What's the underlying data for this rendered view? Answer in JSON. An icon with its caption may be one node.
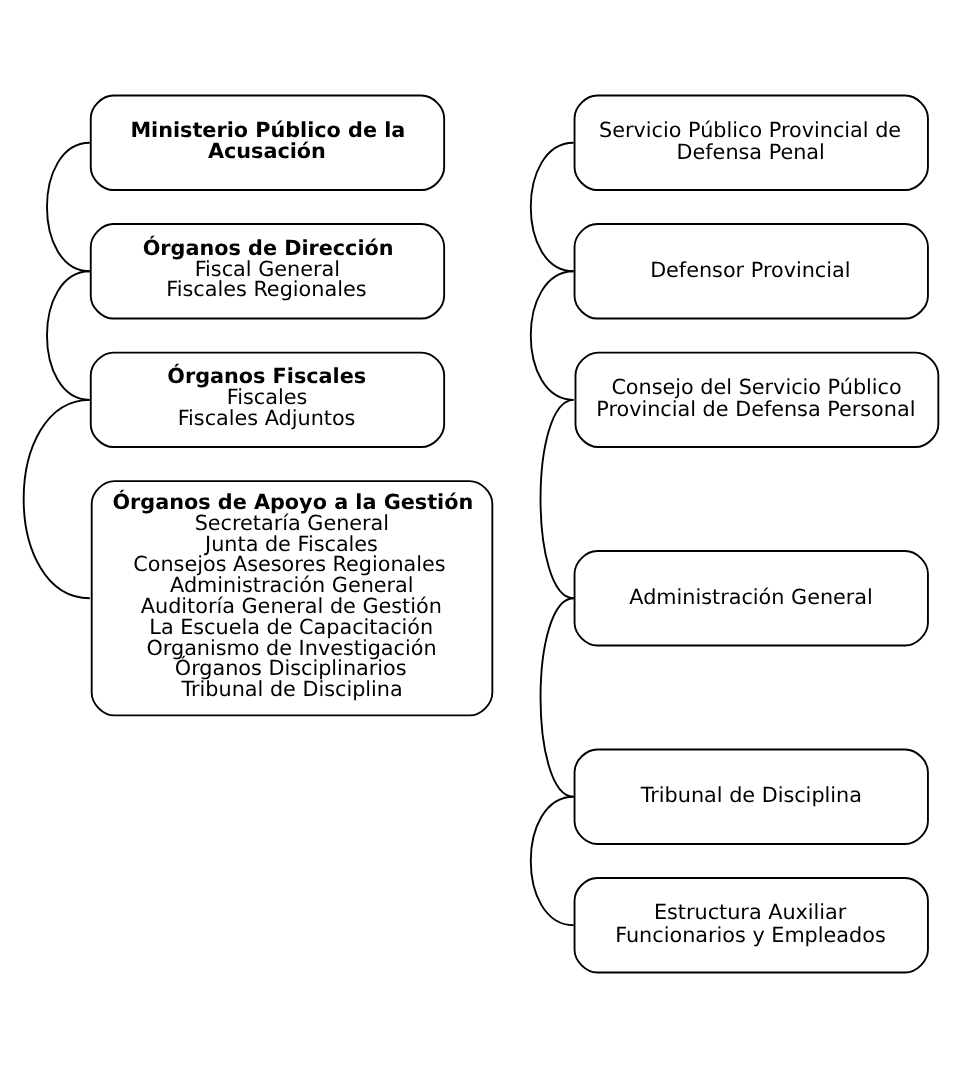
{
  "diagram": {
    "nodes": [
      {
        "text": [
          "Ministerio Público de la Acusación"
        ]
      },
      {
        "text": [
          "Órganos de Dirección",
          "Fiscal General",
          "Fiscales Regionales"
        ]
      },
      {
        "text": [
          "Órganos Fiscales",
          "Fiscales",
          "Fiscales Adjuntos"
        ]
      },
      {
        "text": [
          "Órganos de Apoyo a la Gestión",
          "Secretaría General",
          "Junta de Fiscales",
          "Consejos Asesores Regionales",
          "Administración General",
          "Auditoría General de Gestión",
          "La Escuela de Capacitación",
          "Organismo de Investigación",
          "Órganos Disciplinarios",
          "Tribunal de Disciplina"
        ]
      },
      {
        "text": [
          "Servicio Público Provincial de Defensa Penal"
        ]
      },
      {
        "text": [
          "Defensor Provincial"
        ]
      },
      {
        "text": [
          "Consejo del Servicio Público Provincial de Defensa Personal"
        ]
      },
      {
        "text": [
          "Administración General"
        ]
      },
      {
        "text": [
          "Tribunal de Disciplina"
        ]
      },
      {
        "text": [
          "Estructura Auxiliar Funcionarios y Empleados"
        ]
      }
    ],
    "edges": [
      {
        "from": 0,
        "to": 1,
        "arrow": "none"
      },
      {
        "from": 1,
        "to": 2,
        "arrow": "none"
      },
      {
        "from": 2,
        "to": 3,
        "arrow": "none"
      },
      {
        "from": 4,
        "to": 5,
        "arrow": "none"
      },
      {
        "from": 5,
        "to": 6,
        "arrow": "none"
      },
      {
        "from": 6,
        "to": 7,
        "arrow": "none"
      },
      {
        "from": 7,
        "to": 8,
        "arrow": "none"
      },
      {
        "from": 8,
        "to": 9,
        "arrow": "none"
      }
    ]
  }
}
